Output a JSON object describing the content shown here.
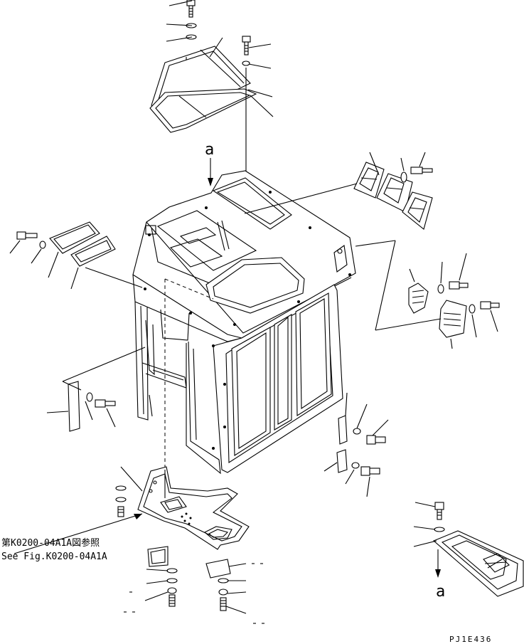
{
  "arrow_label_top": "a",
  "arrow_label_bottom": "a",
  "reference_jp": "第K0200-04A1A図参照",
  "reference_en": "See Fig.K0200-04A1A",
  "drawing_code": "PJ1E436"
}
